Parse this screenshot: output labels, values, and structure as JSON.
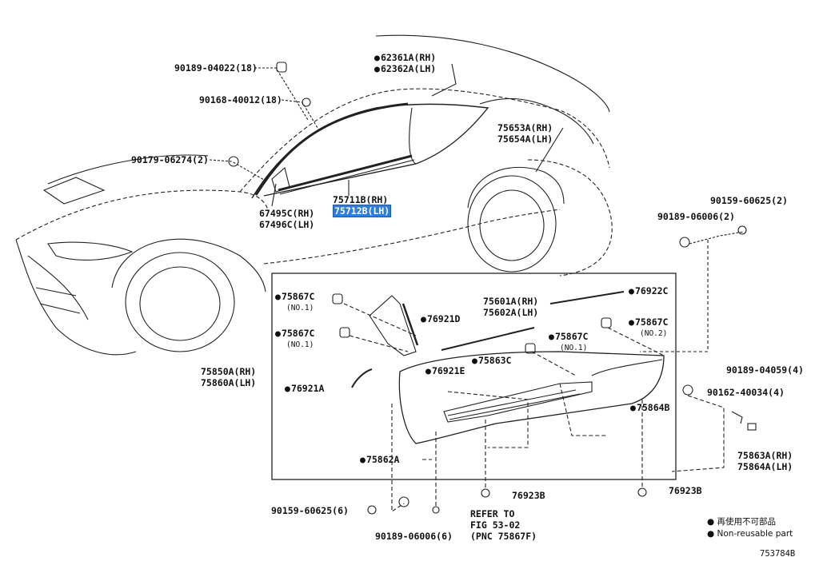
{
  "diagram_code": "753784B",
  "highlight_color": "#2a7de1",
  "legend": {
    "jp": "再使用不可部品",
    "en": "Non-reusable part"
  },
  "refer": {
    "line1": "REFER TO",
    "line2": "FIG 53-02",
    "line3": "(PNC 75867F)"
  },
  "parts": {
    "p90189_04022": "90189-04022(18)",
    "p90168_40012": "90168-40012(18)",
    "p90179_06274": "90179-06274(2)",
    "p62361A": "62361A(RH)",
    "p62362A": "62362A(LH)",
    "p75653A": "75653A(RH)",
    "p75654A": "75654A(LH)",
    "p67495C": "67495C(RH)",
    "p67496C": "67496C(LH)",
    "p75711B": "75711B(RH)",
    "p75712B": "75712B(LH)",
    "p90159_60625_2": "90159-60625(2)",
    "p90189_06006_2": "90189-06006(2)",
    "p75867C_a": "75867C",
    "p75867C_a_sub": "(NO.1)",
    "p75867C_b": "75867C",
    "p75867C_b_sub": "(NO.1)",
    "p75601A": "75601A(RH)",
    "p75602A": "75602A(LH)",
    "p76921D": "76921D",
    "p76922C": "76922C",
    "p75867C_c": "75867C",
    "p75867C_c_sub": "(NO.1)",
    "p75867C_d": "75867C",
    "p75867C_d_sub": "(NO.2)",
    "p75850A": "75850A(RH)",
    "p75860A": "75860A(LH)",
    "p75863C": "75863C",
    "p76921E": "76921E",
    "p76921A": "76921A",
    "p90189_04059": "90189-04059(4)",
    "p90162_40034": "90162-40034(4)",
    "p75864B": "75864B",
    "p75863A": "75863A(RH)",
    "p75864A": "75864A(LH)",
    "p75862A": "75862A",
    "p76923B_a": "76923B",
    "p76923B_b": "76923B",
    "p90159_60625_6": "90159-60625(6)",
    "p90189_06006_6": "90189-06006(6)"
  }
}
